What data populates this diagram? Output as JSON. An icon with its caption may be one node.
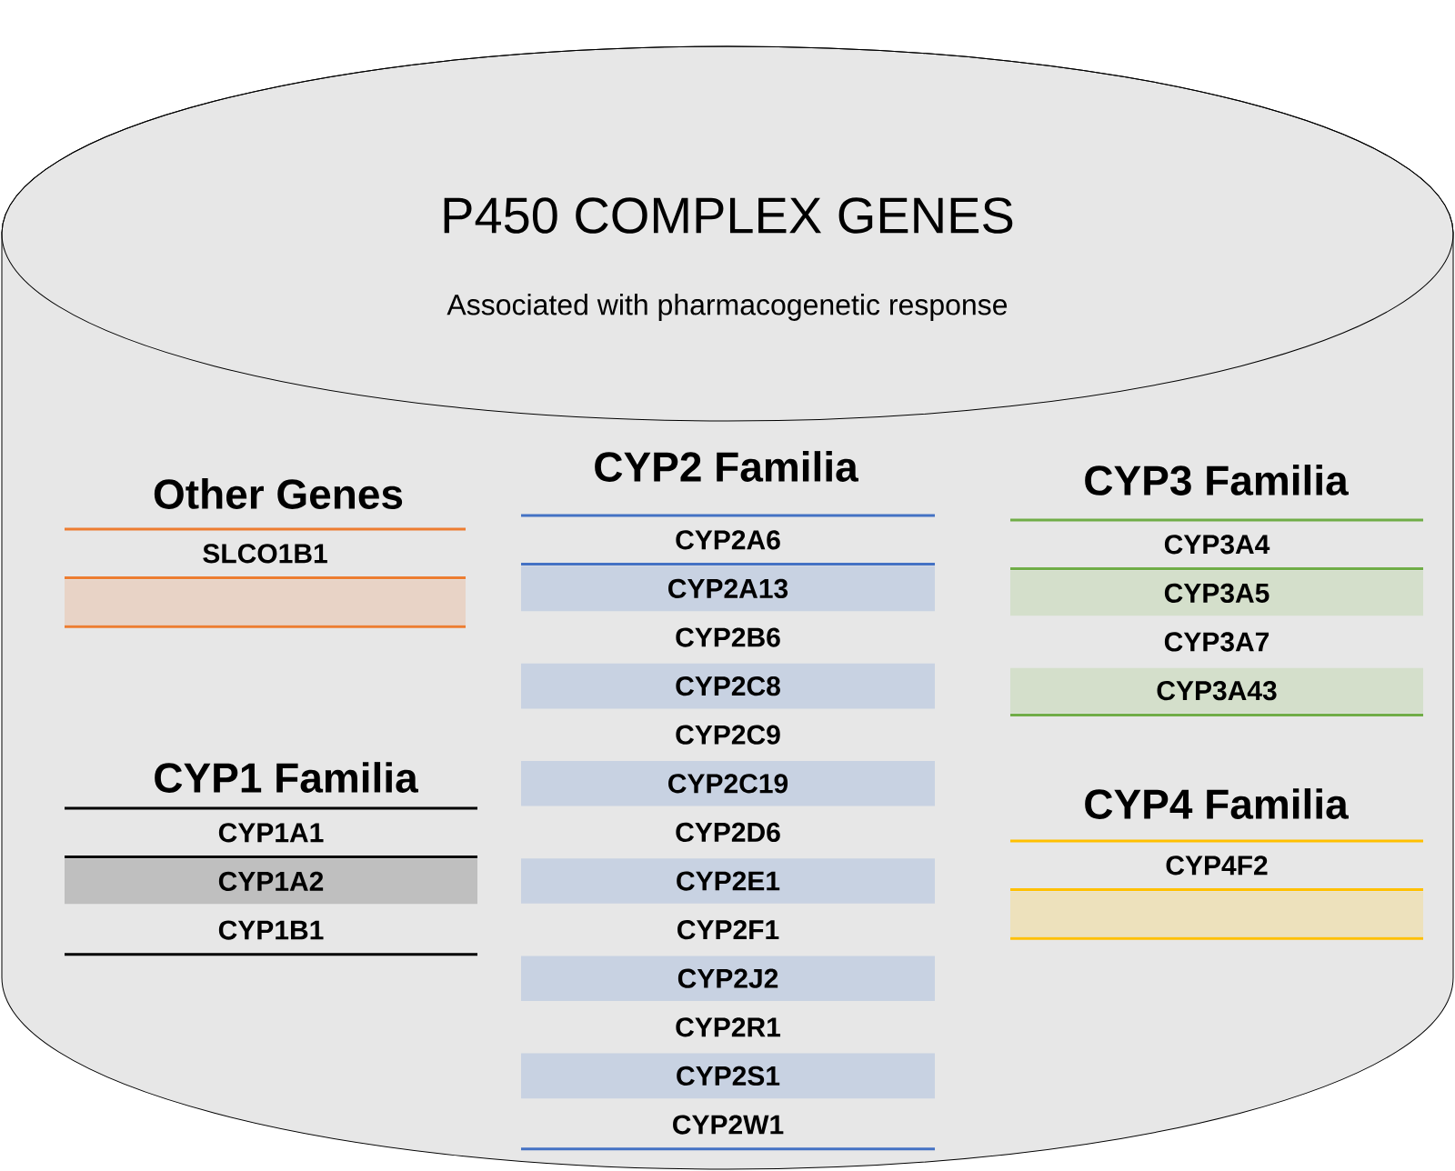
{
  "diagram": {
    "nodes": [
      {
        "text": [
          "P450 COMPLEX GENES",
          "Associated with pharmacogenetic response"
        ]
      },
      {
        "text": [
          "Other Genes"
        ],
        "in": 0
      },
      {
        "text": [
          "SLCO1B1"
        ],
        "in": 1
      },
      {
        "text": [],
        "shape": "bar",
        "in": 1
      },
      {
        "text": [
          "CYP2 Familia"
        ],
        "in": 0
      },
      {
        "text": [
          "CYP2A6"
        ],
        "in": 4
      },
      {
        "text": [
          "CYP2A13"
        ],
        "in": 4
      },
      {
        "text": [
          "CYP2B6"
        ],
        "in": 4
      },
      {
        "text": [
          "CYP2C8"
        ],
        "in": 4
      },
      {
        "text": [
          "CYP2C9"
        ],
        "in": 4
      },
      {
        "text": [
          "CYP2C19"
        ],
        "in": 4
      },
      {
        "text": [
          "CYP2D6"
        ],
        "in": 4
      },
      {
        "text": [
          "CYP2E1"
        ],
        "in": 4
      },
      {
        "text": [
          "CYP2F1"
        ],
        "in": 4
      },
      {
        "text": [
          "CYP2J2"
        ],
        "in": 4
      },
      {
        "text": [
          "CYP2R1"
        ],
        "in": 4
      },
      {
        "text": [
          "CYP2S1"
        ],
        "in": 4
      },
      {
        "text": [
          "CYP2W1"
        ],
        "in": 4
      },
      {
        "text": [
          "CYP3 Familia"
        ],
        "in": 0
      },
      {
        "text": [
          "CYP3A4"
        ],
        "in": 18
      },
      {
        "text": [
          "CYP3A5"
        ],
        "in": 18
      },
      {
        "text": [
          "CYP3A7"
        ],
        "in": 18
      },
      {
        "text": [
          "CYP3A43"
        ],
        "in": 18
      },
      {
        "text": [
          "CYP1 Familia"
        ],
        "in": 0
      },
      {
        "text": [
          "CYP1A1"
        ],
        "in": 23
      },
      {
        "text": [
          "CYP1A2"
        ],
        "in": 23
      },
      {
        "text": [
          "CYP1B1"
        ],
        "in": 23
      },
      {
        "text": [
          "CYP4 Familia"
        ],
        "in": 0
      },
      {
        "text": [
          "CYP4F2"
        ],
        "in": 27
      },
      {
        "text": [],
        "shape": "bar",
        "in": 27
      }
    ]
  }
}
